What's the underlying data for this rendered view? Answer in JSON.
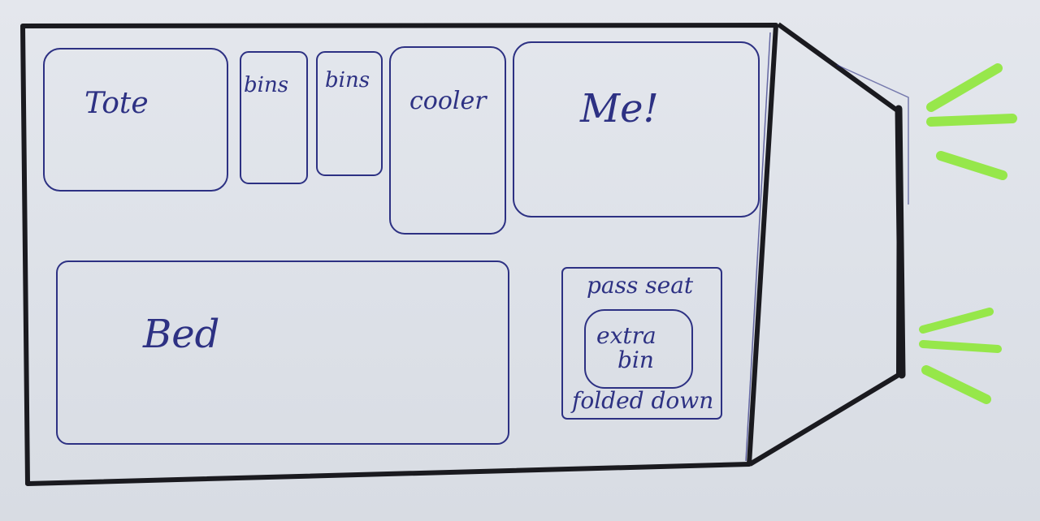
{
  "colors": {
    "paper": "#dfe3ea",
    "outline_ink": "#1a1a1f",
    "pen_ink": "#2d3183",
    "highlight": "#8fe83a"
  },
  "labels": {
    "tote": "Tote",
    "bins_1": "bins",
    "bins_2": "bins",
    "cooler": "cooler",
    "me": "Me!",
    "bed": "Bed",
    "pass_seat": "pass seat",
    "extra_bin_line1": "extra",
    "extra_bin_line2": "bin",
    "folded_down": "folded down"
  }
}
